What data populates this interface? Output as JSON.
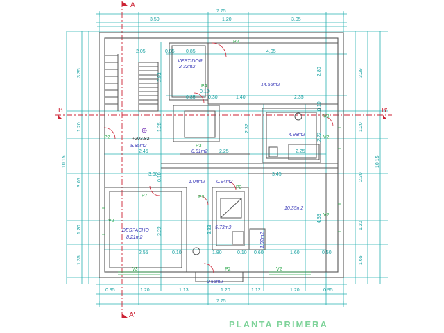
{
  "title": "PLANTA PRIMERA",
  "sections": {
    "a_top": "A",
    "a_bottom": "A'",
    "b_left": "B",
    "b_right": "B'"
  },
  "level": "+203.82",
  "rooms": {
    "vestidor": "VESTIDOR",
    "vestidor_area": "2.32m2",
    "bedroom_area": "14.56m2",
    "bath_area": "4.98m2",
    "hall_area": "8.85m2",
    "small_area": "0.81m2",
    "passage1": "1.04m2",
    "passage2": "0.94m2",
    "despacho": "DESPACHO",
    "despacho_area": "8.21m2",
    "wc_area": "5.73m2",
    "big_room_area": "10.35m2",
    "closet_area": "1.02m2",
    "bottom_area": "0.56m2"
  },
  "tags": [
    "P2",
    "P4",
    "P3",
    "P2",
    "V2",
    "V2",
    "P7",
    "P3",
    "P3",
    "V2",
    "V2",
    "V3",
    "V2",
    "P2"
  ],
  "dims_top": {
    "overall": "7.75",
    "a": "3.50",
    "b": "1.20",
    "c": "3.05"
  },
  "dims_bottom": {
    "overall": "7.75",
    "a": "0.95",
    "b": "1.20",
    "c": "1.13",
    "d": "1.20",
    "e": "1.12",
    "f": "1.20",
    "g": "0.95"
  },
  "dims_left": {
    "overall": "10.15",
    "a": "3.35",
    "b": "1.20",
    "c": "3.05",
    "d": "1.20",
    "e": "1.35"
  },
  "dims_right": {
    "overall": "10.15",
    "a": "3.29",
    "b": "1.20",
    "c": "2.30",
    "d": "1.20",
    "e": "1.65"
  },
  "dims_inner": [
    "2.05",
    "0.85",
    "0.85",
    "4.05",
    "2.93",
    "2.80",
    "0.10",
    "0.85",
    "0.30",
    "1.40",
    "2.35",
    "1.25",
    "0.10",
    "2.32",
    "2.22",
    "2.45",
    "2.25",
    "2.25",
    "3.60",
    "3.45",
    "0.10",
    "3.22",
    "3.33",
    "4.33",
    "2.55",
    "0.10",
    "1.80",
    "0.10",
    "0.60",
    "1.60",
    "0.50"
  ]
}
